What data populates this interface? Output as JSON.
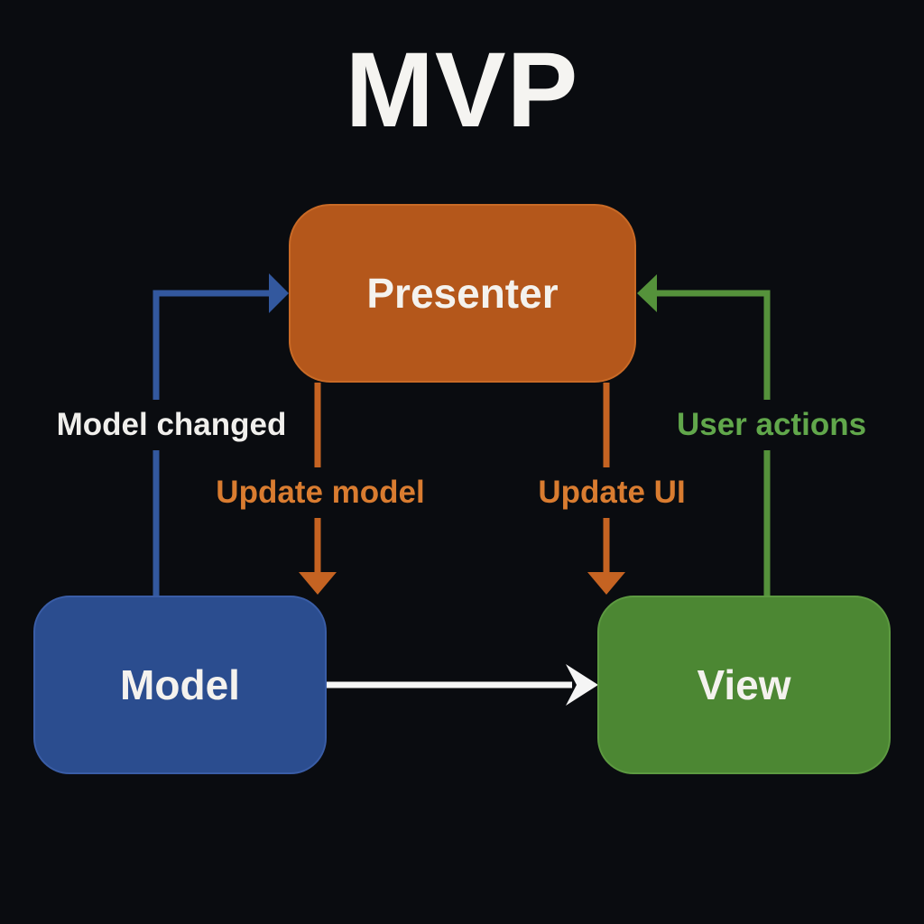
{
  "title": "MVP",
  "background_color": "#0a0c10",
  "diagram_type": "architecture-pattern",
  "nodes": [
    {
      "id": "presenter",
      "label": "Presenter",
      "fill": "#b4571b",
      "border": "#c96a26",
      "text_color": "#f4f2ee",
      "position": "top-center"
    },
    {
      "id": "model",
      "label": "Model",
      "fill": "#2b4d8f",
      "border": "#3a5da6",
      "text_color": "#f4f2ee",
      "position": "bottom-left"
    },
    {
      "id": "view",
      "label": "View",
      "fill": "#4c8733",
      "border": "#5d9a41",
      "text_color": "#f4f2ee",
      "position": "bottom-right"
    }
  ],
  "edges": [
    {
      "from": "model",
      "to": "presenter",
      "label": "Model changed",
      "color": "#33589e",
      "label_color": "#f0efec",
      "style": "elbow-up-right"
    },
    {
      "from": "presenter",
      "to": "model",
      "label": "Update model",
      "color": "#c56322",
      "label_color": "#d97c30",
      "style": "straight-down"
    },
    {
      "from": "presenter",
      "to": "view",
      "label": "Update UI",
      "color": "#c56322",
      "label_color": "#d97c30",
      "style": "straight-down"
    },
    {
      "from": "view",
      "to": "presenter",
      "label": "User actions",
      "color": "#55923b",
      "label_color": "#61a74b",
      "style": "elbow-up-left"
    },
    {
      "from": "model",
      "to": "view",
      "label": "",
      "color": "#f5f5f5",
      "label_color": "",
      "style": "straight-right"
    }
  ]
}
